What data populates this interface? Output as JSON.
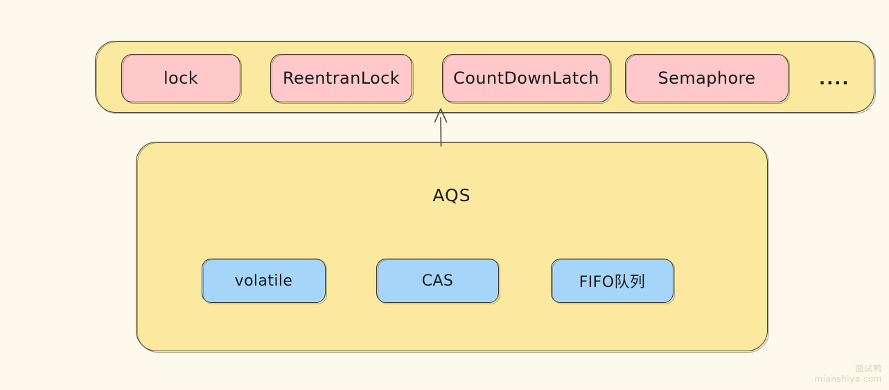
{
  "theme": {
    "background": "#fdf9ec",
    "container_fill": "#fbe99f",
    "leaf_pink_fill": "#ffc9cc",
    "leaf_blue_fill": "#a5d6fa",
    "stroke": "#3a3226",
    "text": "#18181b",
    "watermark": "#d9d2c0"
  },
  "top_group": {
    "items": [
      {
        "label": "lock"
      },
      {
        "label": "ReentranLock"
      },
      {
        "label": "CountDownLatch"
      },
      {
        "label": "Semaphore"
      }
    ],
    "ellipsis": "...."
  },
  "aqs_group": {
    "title": "AQS",
    "items": [
      {
        "label": "volatile"
      },
      {
        "label": "CAS"
      },
      {
        "label": "FIFO队列"
      }
    ]
  },
  "watermark": {
    "cn": "面试鸭",
    "url": "mianshiya.com"
  }
}
